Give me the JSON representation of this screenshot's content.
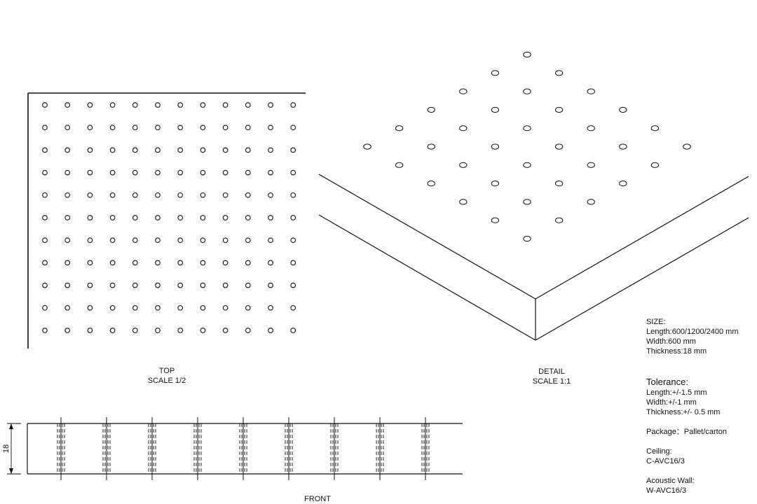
{
  "views": {
    "top": {
      "title": "TOP",
      "scale": "SCALE 1/2",
      "rows": 11,
      "cols": 12
    },
    "detail": {
      "title": "DETAIL",
      "scale": "SCALE 1:1",
      "grid": 6
    },
    "front": {
      "title": "FRONT",
      "dimension": "18",
      "hole_count": 9
    }
  },
  "specs": {
    "size": {
      "heading": "SIZE:",
      "lines": [
        "Length:600/1200/2400 mm",
        "Width:600 mm",
        "Thickness:18 mm"
      ]
    },
    "tolerance": {
      "heading": "Tolerance:",
      "lines": [
        "Length:+/-1.5 mm",
        "Width:+/-1 mm",
        "Thickness:+/- 0.5 mm"
      ]
    },
    "package": "Package：Pallet/carton",
    "ceiling": {
      "heading": "Ceiling:",
      "code": "C-AVC16/3"
    },
    "wall": {
      "heading": "Acoustic Wall:",
      "code": "W-AVC16/3"
    }
  },
  "colors": {
    "line": "#111111",
    "background": "#ffffff"
  }
}
